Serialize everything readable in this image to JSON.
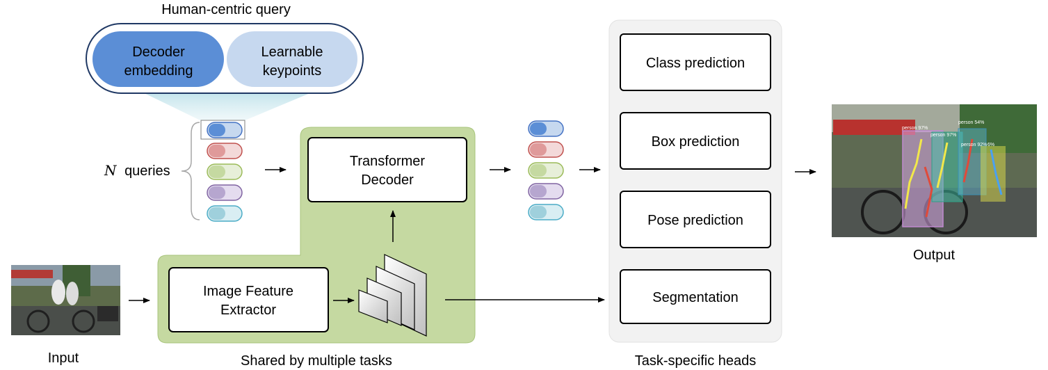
{
  "query_group": {
    "title": "Human-centric query",
    "decoder_embedding": [
      "Decoder",
      "embedding"
    ],
    "learnable_keypoints": [
      "Learnable",
      "keypoints"
    ],
    "n_queries_var": "N",
    "n_queries_label": "queries"
  },
  "shared": {
    "transformer_decoder": [
      "Transformer",
      "Decoder"
    ],
    "image_feature_extractor": [
      "Image Feature",
      "Extractor"
    ],
    "caption": "Shared by multiple tasks"
  },
  "heads": {
    "items": [
      "Class prediction",
      "Box prediction",
      "Pose prediction",
      "Segmentation"
    ],
    "caption": "Task-specific heads"
  },
  "input": {
    "caption": "Input",
    "image": "street-scene-cyclists-photo"
  },
  "output": {
    "caption": "Output",
    "image": "annotated-detection-result-photo",
    "detections": [
      "person 97%",
      "person 97%",
      "person 54%",
      "person 92%",
      "6%"
    ]
  },
  "colors": {
    "shared_bg": "#c5d9a1",
    "shared_border": "#a8c47c",
    "heads_bg": "#f2f2f2",
    "decoder_embedding": "#5b8ed6",
    "learnable_keypoints": "#c6d8ef",
    "query_border": "#1f3864",
    "query_rows": [
      {
        "left": "#5b8ed6",
        "right": "#c6d8ef",
        "border": "#4472c4"
      },
      {
        "left": "#df9a9a",
        "right": "#f3d9d9",
        "border": "#c0504d"
      },
      {
        "left": "#c5d9a1",
        "right": "#e7efd9",
        "border": "#9bbb59"
      },
      {
        "left": "#b6a6cf",
        "right": "#e4dcef",
        "border": "#8064a2"
      },
      {
        "left": "#9fd0dc",
        "right": "#d9eef3",
        "border": "#4bacc6"
      }
    ]
  }
}
